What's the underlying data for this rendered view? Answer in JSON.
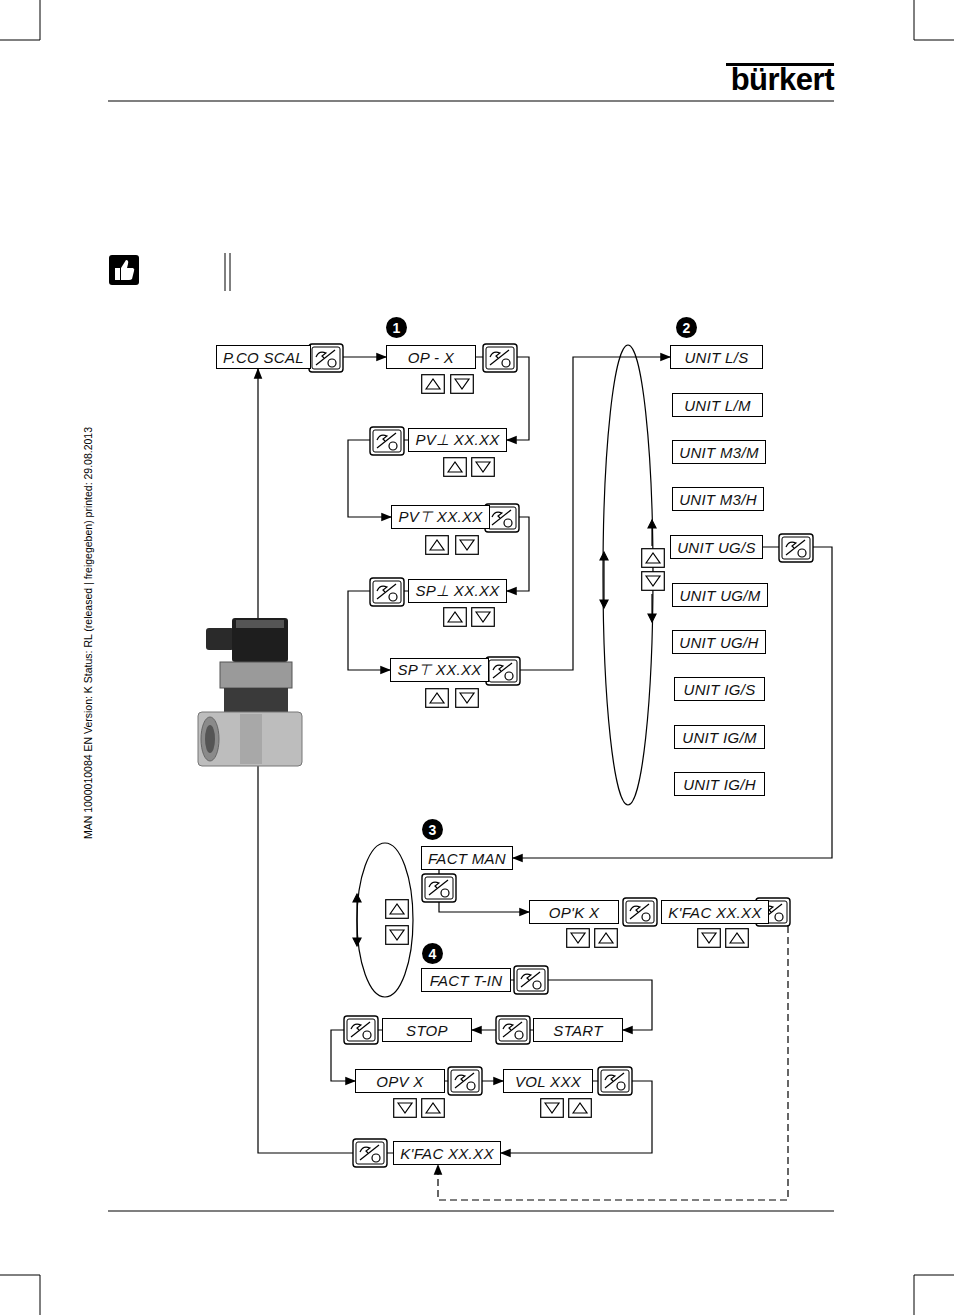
{
  "diagram": {
    "nodes": [
      {
        "text": [
          "P.CO SCAL"
        ]
      },
      {
        "text": [
          "OP - X"
        ]
      },
      {
        "text": [
          "PV⊥ XX.XX"
        ]
      },
      {
        "text": [
          "PV⊤ XX.XX"
        ]
      },
      {
        "text": [
          "SP⊥ XX.XX"
        ]
      },
      {
        "text": [
          "SP⊤ XX.XX"
        ]
      },
      {
        "text": [
          "UNIT L/S"
        ]
      },
      {
        "text": [
          "UNIT L/M"
        ]
      },
      {
        "text": [
          "UNIT M3/M"
        ]
      },
      {
        "text": [
          "UNIT M3/H"
        ]
      },
      {
        "text": [
          "UNIT UG/S"
        ]
      },
      {
        "text": [
          "UNIT UG/M"
        ]
      },
      {
        "text": [
          "UNIT UG/H"
        ]
      },
      {
        "text": [
          "UNIT IG/S"
        ]
      },
      {
        "text": [
          "UNIT IG/M"
        ]
      },
      {
        "text": [
          "UNIT IG/H"
        ]
      },
      {
        "text": [
          "FACT MAN"
        ]
      },
      {
        "text": [
          "OP'K X"
        ]
      },
      {
        "text": [
          "K'FAC XX.XX"
        ]
      },
      {
        "text": [
          "FACT T-IN"
        ]
      },
      {
        "text": [
          "START"
        ]
      },
      {
        "text": [
          "STOP"
        ]
      },
      {
        "text": [
          "OPV X"
        ]
      },
      {
        "text": [
          "VOL XXX"
        ]
      },
      {
        "text": [
          "K'FAC XX.XX"
        ]
      }
    ],
    "edges": [
      {
        "from": 0,
        "to": 1,
        "arrow": "to"
      },
      {
        "from": 1,
        "to": 2,
        "arrow": "to"
      },
      {
        "from": 2,
        "to": 3,
        "arrow": "to"
      },
      {
        "from": 3,
        "to": 4,
        "arrow": "to"
      },
      {
        "from": 4,
        "to": 5,
        "arrow": "to"
      },
      {
        "from": 5,
        "to": 6,
        "arrow": "to"
      },
      {
        "from": 10,
        "to": 16,
        "arrow": "to"
      },
      {
        "from": 16,
        "to": 17,
        "arrow": "to"
      },
      {
        "from": 18,
        "to": 24,
        "arrow": "to"
      },
      {
        "from": 19,
        "to": 20,
        "arrow": "to"
      },
      {
        "from": 20,
        "to": 21,
        "arrow": "to"
      },
      {
        "from": 21,
        "to": 22,
        "arrow": "to"
      },
      {
        "from": 22,
        "to": 23,
        "arrow": "to"
      },
      {
        "from": 23,
        "to": 24,
        "arrow": "to"
      },
      {
        "from": 24,
        "to": 0,
        "arrow": "to"
      }
    ],
    "labels": [
      "bürkert",
      "1",
      "2",
      "3",
      "4",
      "MAN 1000010084 EN Version: K Status: RL (released | freigegeben) printed: 29.08.2013"
    ]
  }
}
